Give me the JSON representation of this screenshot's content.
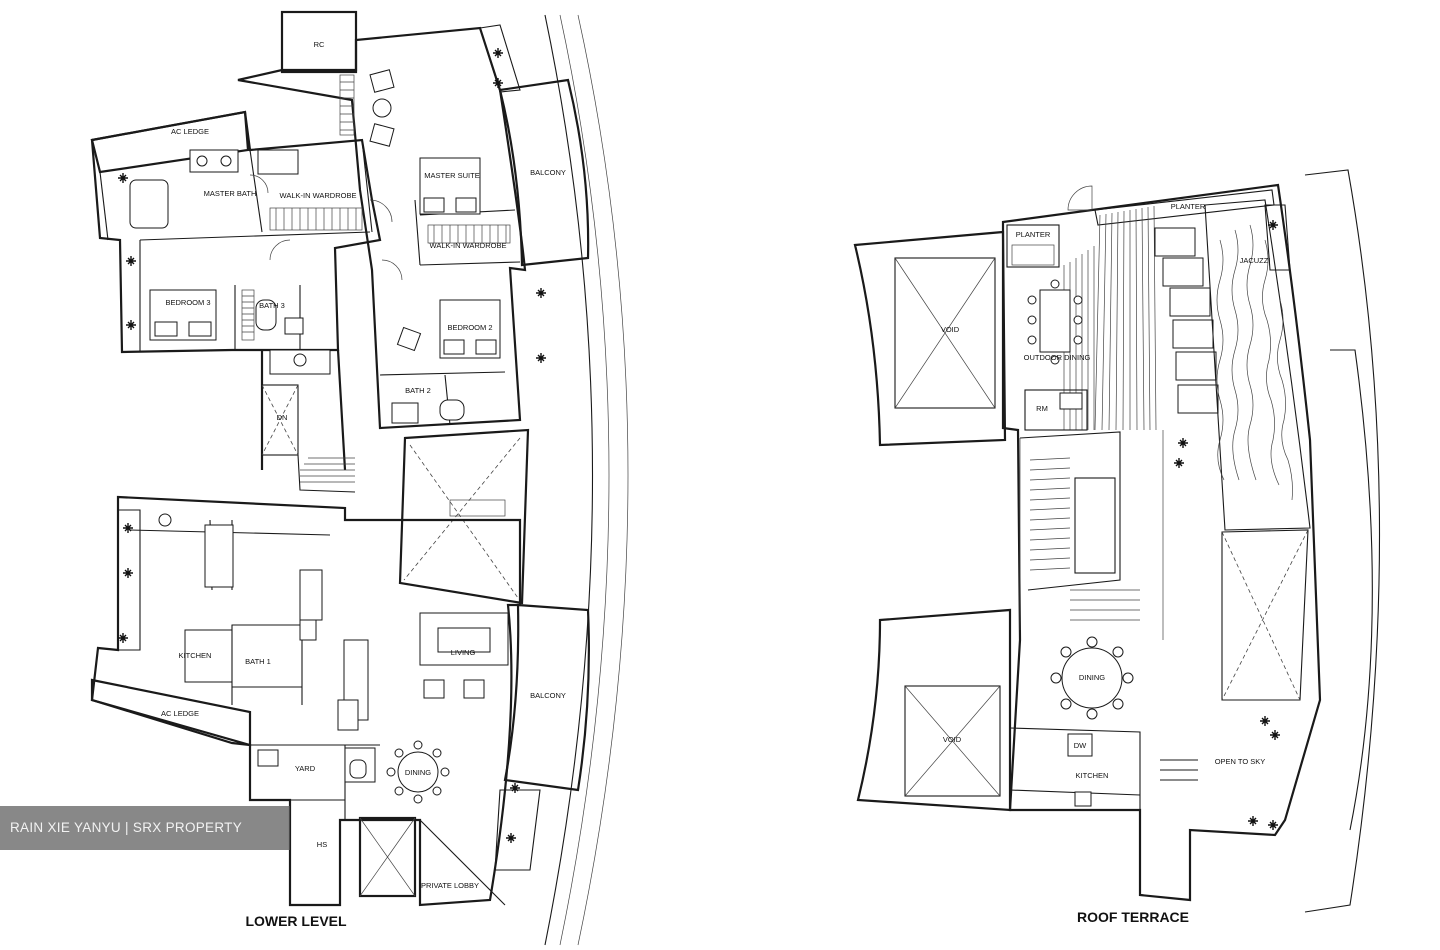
{
  "levels": {
    "lower": {
      "title": "LOWER LEVEL",
      "rooms": {
        "rc": "RC",
        "ac_ledge_top": "AC LEDGE",
        "master_bath": "MASTER BATH",
        "walk_in_wardrobe_1": "WALK-IN WARDROBE",
        "master_suite": "MASTER SUITE",
        "balcony_top": "BALCONY",
        "walk_in_wardrobe_2": "WALK-IN WARDROBE",
        "bedroom_3": "BEDROOM 3",
        "bath_3": "BATH 3",
        "bedroom_2": "BEDROOM 2",
        "bath_2": "BATH 2",
        "dn": "DN",
        "kitchen": "KITCHEN",
        "bath_1": "BATH 1",
        "living": "LIVING",
        "ac_ledge_bottom": "AC LEDGE",
        "balcony_bottom": "BALCONY",
        "yard": "YARD",
        "dining": "DINING",
        "hs": "HS",
        "private_lobby": "PRIVATE LOBBY"
      }
    },
    "roof": {
      "title": "ROOF TERRACE",
      "rooms": {
        "planter_small": "PLANTER",
        "planter_top": "PLANTER",
        "jacuzzi": "JACUZZI",
        "void_top": "VOID",
        "outdoor_dining": "OUTDOOR DINING",
        "rm": "RM",
        "dining": "DINING",
        "dw": "DW",
        "kitchen": "KITCHEN",
        "void_bottom": "VOID",
        "open_to_sky": "OPEN TO SKY"
      }
    }
  },
  "watermark": "RAIN XIE YANYU | SRX PROPERTY"
}
